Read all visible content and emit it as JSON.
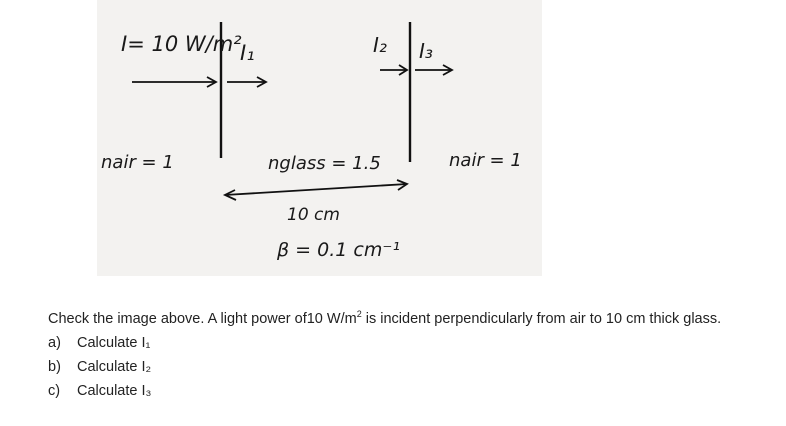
{
  "diagram": {
    "incident": "I= 10 W/m²",
    "i1": "I₁",
    "i2": "I₂",
    "i3": "I₃",
    "n_air_left": "nair = 1",
    "n_glass": "nglass = 1.5",
    "n_air_right": "nair = 1",
    "thickness": "10 cm",
    "beta": "β = 0.1 cm⁻¹"
  },
  "question": {
    "intro_pre": "Check the image above. A light power of10 W/m",
    "intro_sup": "2",
    "intro_post": " is incident perpendicularly from air to 10 cm thick glass.",
    "items": [
      {
        "label": "a)",
        "text": "Calculate I₁"
      },
      {
        "label": "b)",
        "text": "Calculate I₂"
      },
      {
        "label": "c)",
        "text": "Calculate I₃"
      }
    ]
  }
}
